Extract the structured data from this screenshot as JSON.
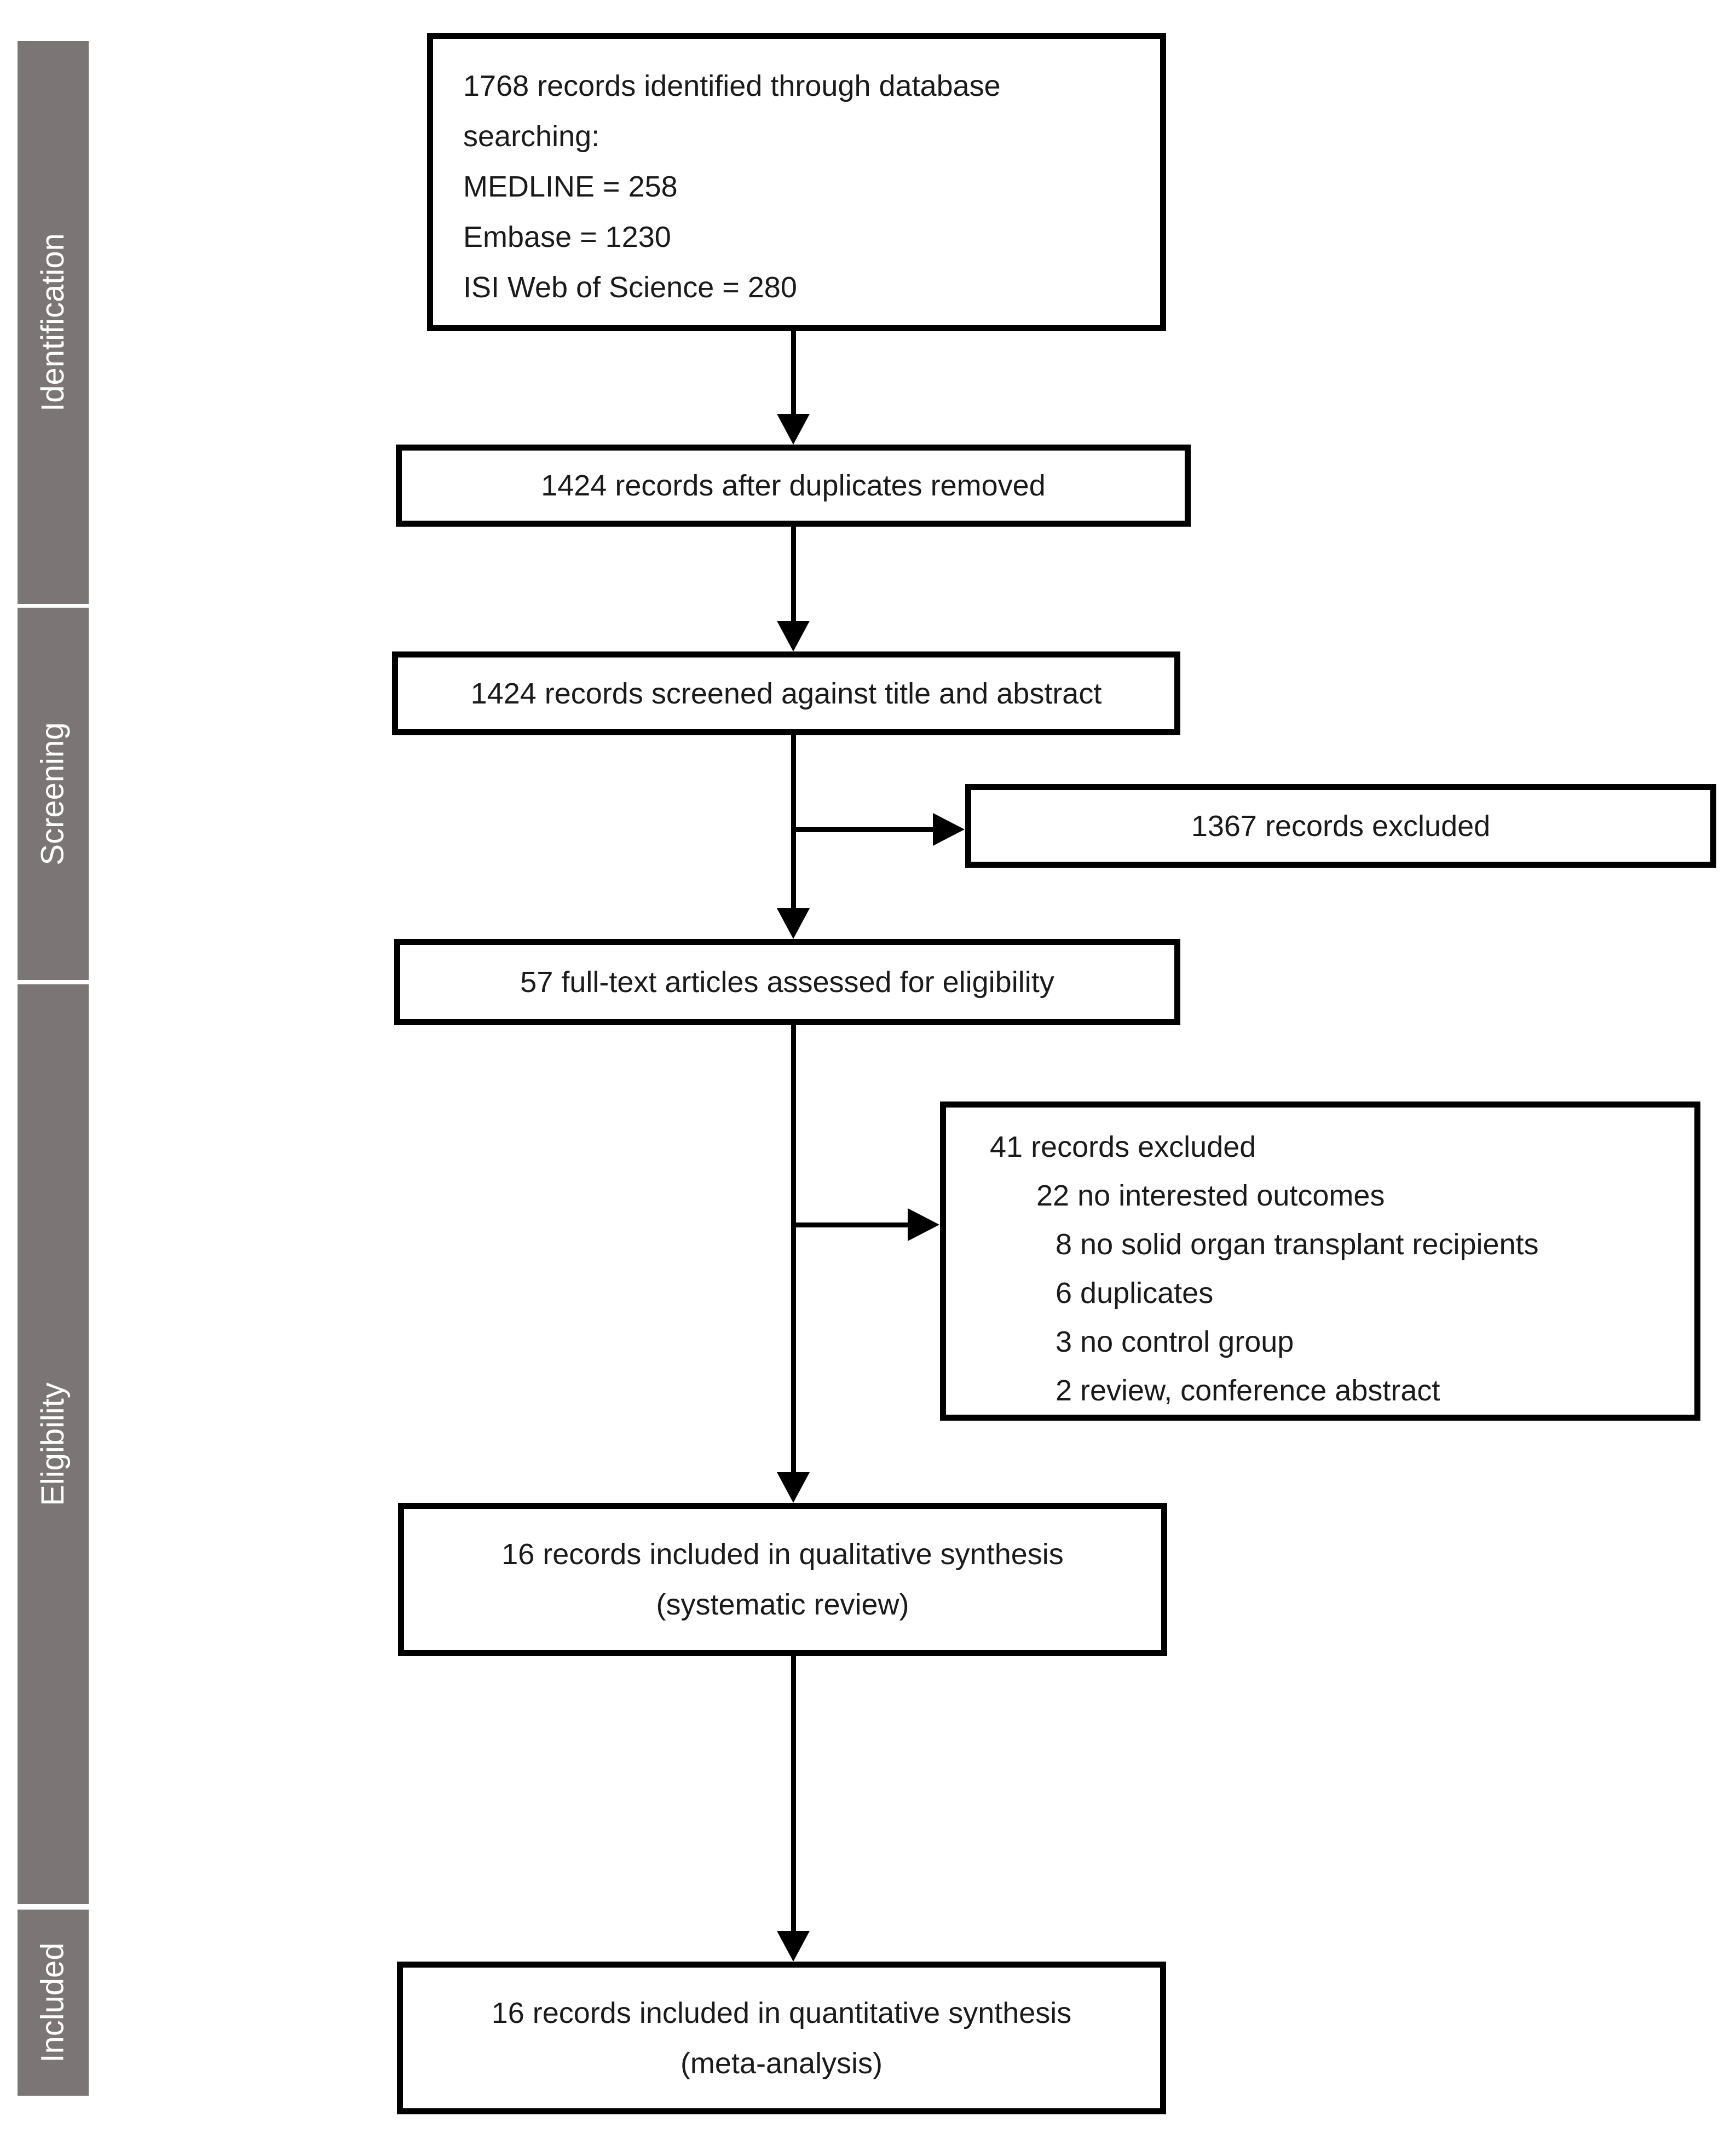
{
  "diagram": {
    "kind": "PRISMA flow diagram",
    "colors": {
      "stage_bar": "#7b7575",
      "stage_text": "#ffffff",
      "box_border": "#000000",
      "box_text": "#1a1a1a",
      "background": "#ffffff"
    },
    "sidebar": {
      "stages": [
        {
          "label": "Identification"
        },
        {
          "label": "Screening"
        },
        {
          "label": "Eligibility"
        },
        {
          "label": "Included"
        }
      ]
    },
    "boxes": {
      "identified": {
        "lines": [
          "1768 records identified through database",
          "searching:",
          "MEDLINE = 258",
          "Embase = 1230",
          "ISI Web of Science = 280"
        ]
      },
      "duplicates_removed": {
        "text": "1424 records after duplicates removed"
      },
      "screened": {
        "text": "1424 records screened against title and abstract"
      },
      "records_excluded": {
        "text": "1367 records excluded"
      },
      "fulltext_assessed": {
        "text": "57 full-text articles assessed for eligibility"
      },
      "fulltext_excluded": {
        "lines": [
          "41 records excluded",
          "22 no interested outcomes",
          "8 no solid organ transplant recipients",
          "6 duplicates",
          "3 no control group",
          "2 review, conference abstract"
        ]
      },
      "qualitative_synthesis": {
        "lines": [
          "16 records included in qualitative synthesis",
          "(systematic review)"
        ]
      },
      "quantitative_synthesis": {
        "lines": [
          "16 records included in quantitative synthesis",
          "(meta-analysis)"
        ]
      }
    }
  }
}
